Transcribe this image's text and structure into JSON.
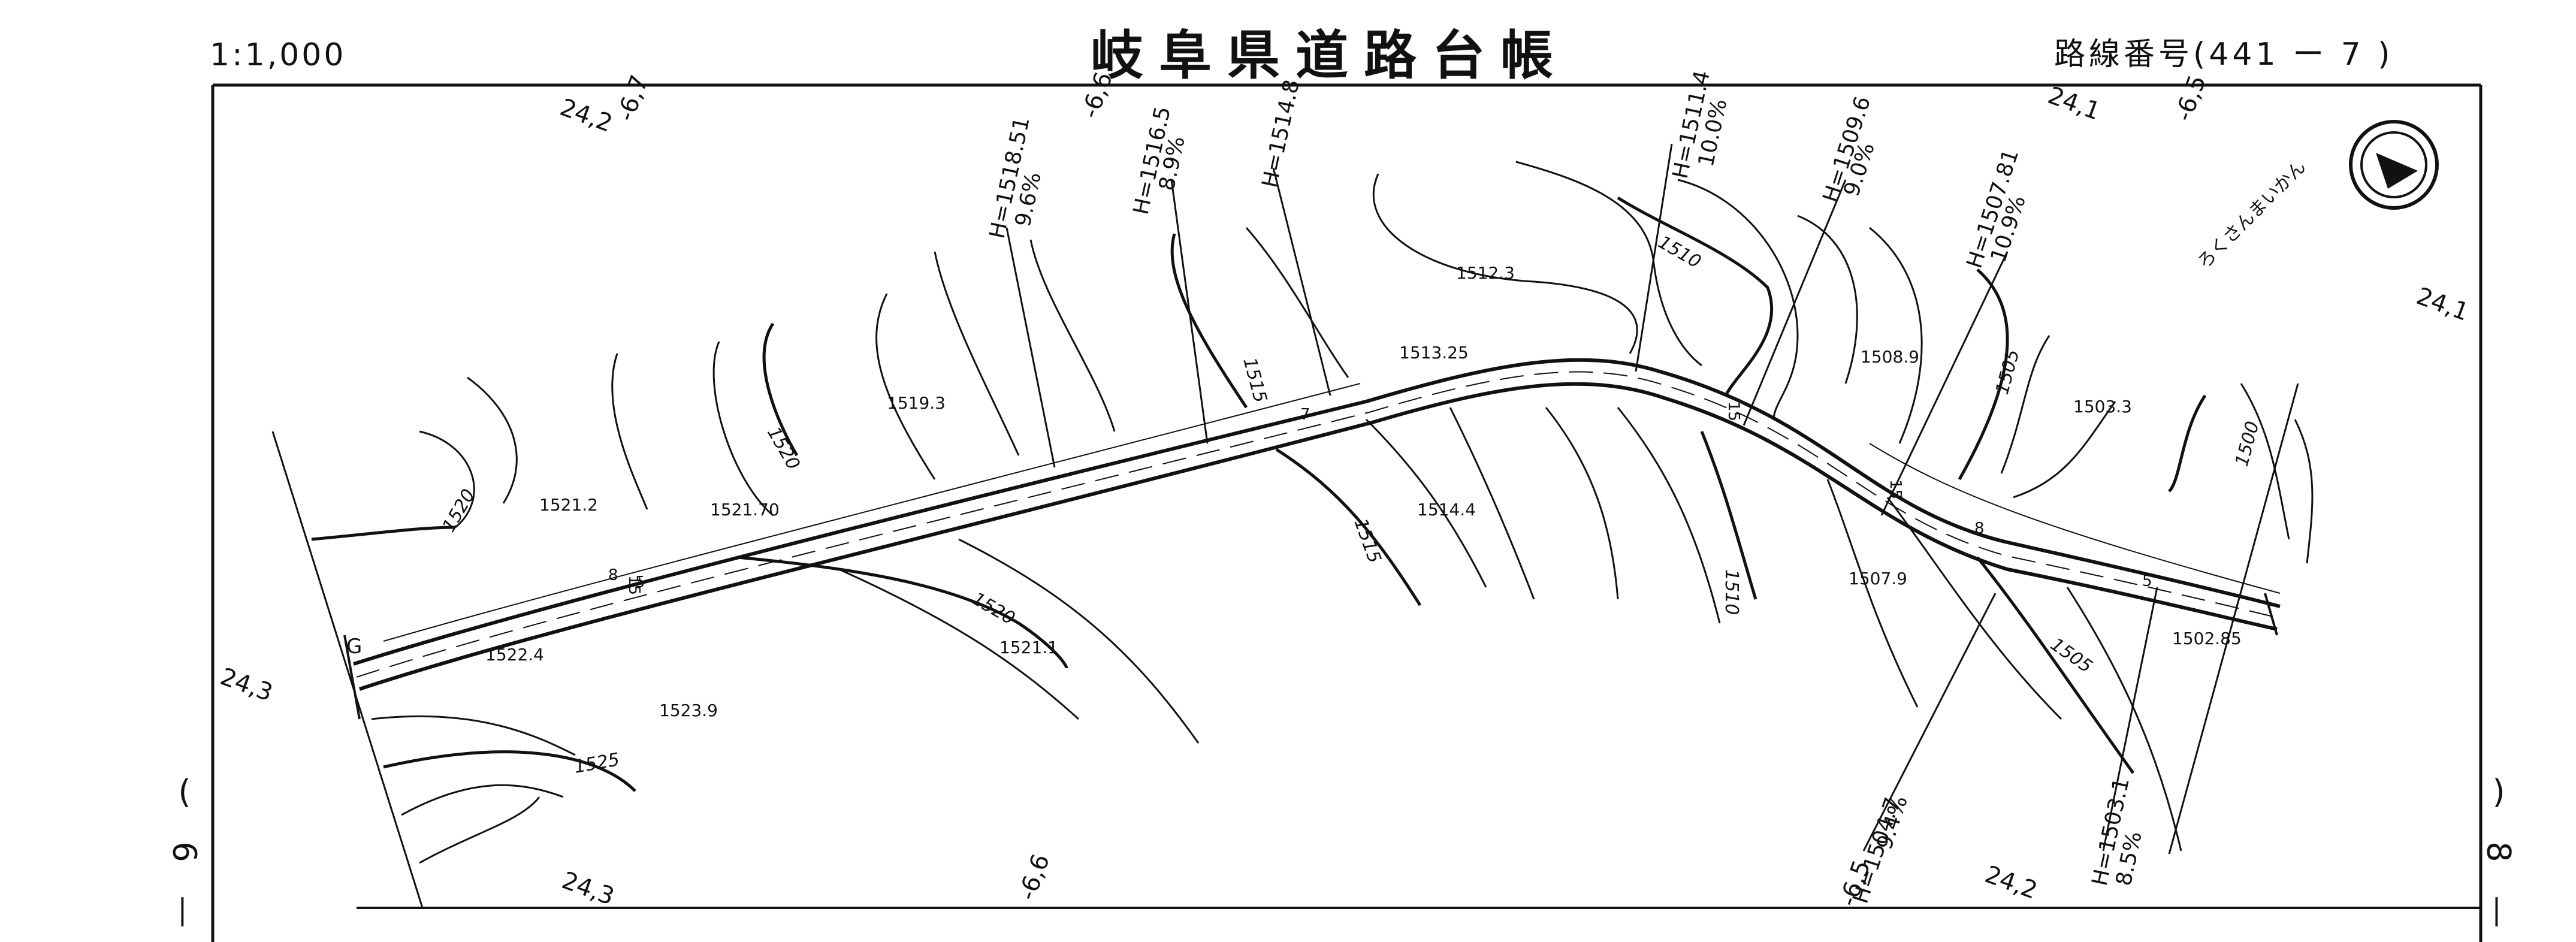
{
  "header": {
    "scale": "1:1,000",
    "title": "岐阜県道路台帳",
    "route": "路線番号(441 ー 7 )"
  },
  "side_marks": {
    "left": [
      "(",
      "6",
      "—"
    ],
    "right": [
      ")",
      "8",
      "—"
    ]
  },
  "north_arrow": {
    "icon": "north-arrow-icon",
    "handwritten_note": "ろくさんまいかん"
  },
  "map": {
    "grid_refs": [
      "24,2",
      "-6,7",
      "-6,6",
      "24,1",
      "-6,5",
      "24,1",
      "24,3",
      "24,3",
      "-6,6",
      "-6,5",
      "24,2"
    ],
    "gradients": [
      {
        "h": "H=1518.51",
        "pct": "9.6%"
      },
      {
        "h": "H=1516.5",
        "pct": "8.9%"
      },
      {
        "h": "H=1514.8",
        "pct": ""
      },
      {
        "h": "H=1511.4",
        "pct": "10.0%"
      },
      {
        "h": "H=1509.6",
        "pct": "9.0%"
      },
      {
        "h": "H=1507.81",
        "pct": "10.9%"
      },
      {
        "h": "H=1504.7",
        "pct": "9.4%"
      },
      {
        "h": "H=1503.1",
        "pct": "8.5%"
      }
    ],
    "spot_heights": [
      "1512.3",
      "1513.25",
      "1508.9",
      "1519.3",
      "1503.3",
      "1521.2",
      "1521.70",
      "1514.4",
      "1507.9",
      "1522.4",
      "1521.1",
      "1502.85",
      "1523.9"
    ],
    "contour_labels": [
      "1510",
      "1505",
      "1500",
      "1515",
      "1520",
      "1520",
      "1515",
      "1520",
      "1510",
      "1505",
      "1525"
    ],
    "road_marks": [
      "G",
      "8",
      "15",
      "5",
      "7",
      "15",
      "8",
      "5",
      "15"
    ]
  }
}
